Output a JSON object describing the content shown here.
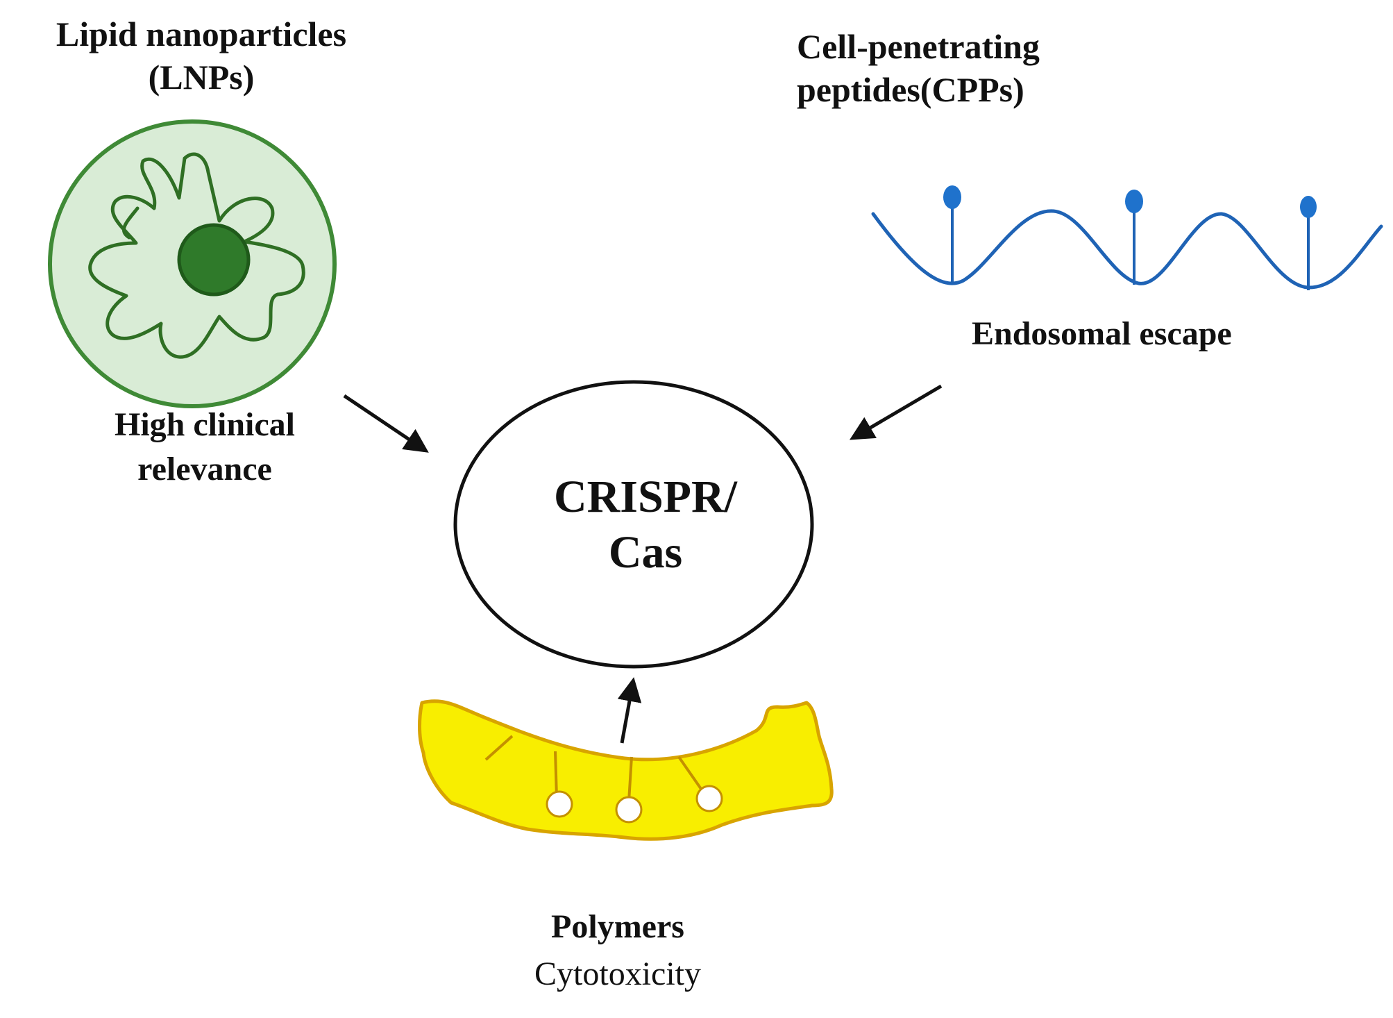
{
  "lnp": {
    "title_line1": "Lipid nanoparticles",
    "title_line2": "(LNPs)",
    "note_line1": "High clinical",
    "note_line2": "relevance"
  },
  "cpp": {
    "title_line1": "Cell-penetrating",
    "title_line2": "peptides(CPPs)",
    "note": "Endosomal escape"
  },
  "center": {
    "line1": "CRISPR/",
    "line2": "Cas"
  },
  "polymers": {
    "title": "Polymers",
    "note": "Cytotoxicity"
  },
  "colors": {
    "lnp_fill": "#d9ecd6",
    "lnp_stroke": "#3f8a36",
    "lnp_core": "#2f7a2a",
    "cpp_blue": "#1f63b5",
    "polymer_fill": "#f8ee00",
    "polymer_stroke": "#d8a400",
    "arrow": "#111111"
  }
}
